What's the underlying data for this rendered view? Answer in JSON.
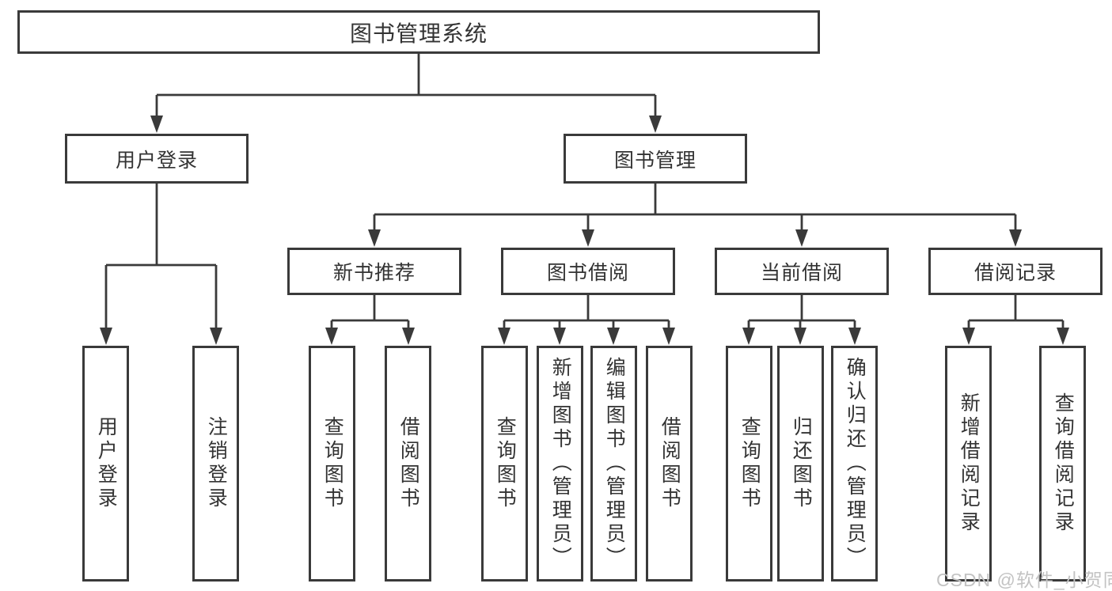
{
  "diagram": {
    "root": {
      "label": "图书管理系统"
    },
    "level2": [
      {
        "label": "用户登录"
      },
      {
        "label": "图书管理"
      }
    ],
    "level3": [
      {
        "label": "新书推荐"
      },
      {
        "label": "图书借阅"
      },
      {
        "label": "当前借阅"
      },
      {
        "label": "借阅记录"
      }
    ],
    "leaves": [
      {
        "label": "用户登录"
      },
      {
        "label": "注销登录"
      },
      {
        "label": "查询图书"
      },
      {
        "label": "借阅图书"
      },
      {
        "label": "查询图书"
      },
      {
        "label": "新增图书（管理员）"
      },
      {
        "label": "编辑图书（管理员）"
      },
      {
        "label": "借阅图书"
      },
      {
        "label": "查询图书"
      },
      {
        "label": "归还图书"
      },
      {
        "label": "确认归还（管理员）"
      },
      {
        "label": "新增借阅记录"
      },
      {
        "label": "查询借阅记录"
      }
    ]
  },
  "watermark": {
    "text": "CSDN @软件_小贺同学"
  },
  "colors": {
    "line": "#3a3a3a",
    "text": "#333333",
    "box_background": "#ffffff",
    "background": "#ffffff",
    "watermark": "#c3c3c3"
  }
}
